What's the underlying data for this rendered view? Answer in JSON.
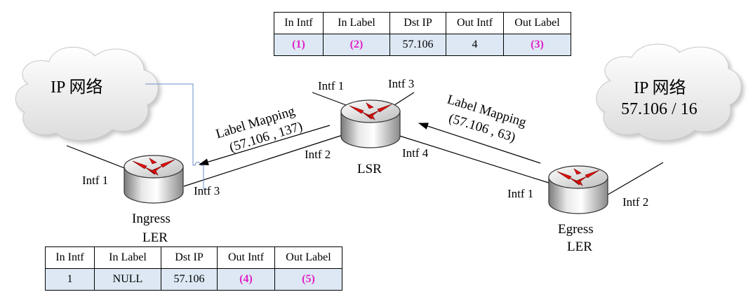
{
  "clouds": {
    "left": {
      "text": "IP 网络"
    },
    "right": {
      "line1": "IP 网络",
      "line2": "57.106 / 16"
    }
  },
  "routers": {
    "ingress": {
      "name_line1": "Ingress",
      "name_line2": "LER",
      "intf_left": "Intf  1",
      "intf_right": "Intf  3"
    },
    "lsr": {
      "name": "LSR",
      "intf1": "Intf  1",
      "intf2": "Intf  2",
      "intf3": "Intf  3",
      "intf4": "Intf  4"
    },
    "egress": {
      "name_line1": "Egress",
      "name_line2": "LER",
      "intf1": "Intf  1",
      "intf2": "Intf  2"
    }
  },
  "mappings": {
    "left": {
      "line1": "Label Mapping",
      "line2": "(57.106 , 137)"
    },
    "right": {
      "line1": "Label Mapping",
      "line2": "(57.106 , 63)"
    }
  },
  "tables": {
    "lsr": {
      "headers": [
        "In Intf",
        "In Label",
        "Dst IP",
        "Out Intf",
        "Out Label"
      ],
      "row": [
        "(1)",
        "(2)",
        "57.106",
        "4",
        "(3)"
      ]
    },
    "ingress": {
      "headers": [
        "In Intf",
        "In Label",
        "Dst IP",
        "Out Intf",
        "Out Label"
      ],
      "row": [
        "1",
        "NULL",
        "57.106",
        "(4)",
        "(5)"
      ]
    }
  },
  "colors": {
    "placeholder_text": "#e020c8",
    "cell_fill": "#dde8f4",
    "router_arrow": "#e01010",
    "callout_line": "#6a8fc8"
  }
}
